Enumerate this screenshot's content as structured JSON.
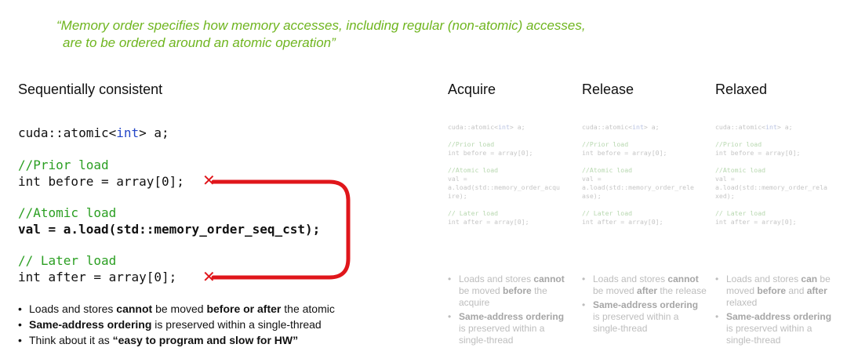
{
  "quote": {
    "line1": "“Memory order specifies how memory accesses, including regular (non-atomic) accesses,",
    "line2": "are to be ordered around an atomic operation”"
  },
  "seq": {
    "title": "Sequentially consistent",
    "code": {
      "decl_pre": "cuda::atomic<",
      "decl_type": "int",
      "decl_post": "> a;",
      "c_prior": "//Prior load",
      "l_prior": "int before = array[0];",
      "c_atomic": "//Atomic load",
      "l_atomic": "val = a.load(std::memory_order_seq_cst);",
      "c_later": "// Later load",
      "l_later": "int after = array[0];"
    },
    "marks": {
      "top": "✕",
      "bottom": "✕"
    },
    "bullets": {
      "b1_pre": "Loads and stores ",
      "b1_bold1": "cannot",
      "b1_mid": " be moved ",
      "b1_bold2": "before or after",
      "b1_post": " the atomic",
      "b2_bold": "Same-address ordering",
      "b2_post": " is preserved within a single-thread",
      "b3_pre": "Think about it as ",
      "b3_bold": "“easy to program and slow for HW”"
    }
  },
  "columns": [
    {
      "title": "Acquire",
      "decl_pre": "cuda::atomic<",
      "decl_type": "int",
      "decl_post": "> a;",
      "c_prior": "//Prior load",
      "l_prior": "int before = array[0];",
      "c_atomic": "//Atomic load",
      "l_atomic1": "val =",
      "l_atomic2": "a.load(std::memory_order_acqu",
      "l_atomic3": "ire);",
      "c_later": "// Later load",
      "l_later": "int after = array[0];",
      "b1_pre": "Loads and stores ",
      "b1_bold": "cannot",
      "b1_mid": " be moved ",
      "b1_bold2": "before",
      "b1_post": " the acquire",
      "b2_bold": "Same-address ordering",
      "b2_post": " is preserved within a single-thread"
    },
    {
      "title": "Release",
      "decl_pre": "cuda::atomic<",
      "decl_type": "int",
      "decl_post": "> a;",
      "c_prior": "//Prior load",
      "l_prior": "int before = array[0];",
      "c_atomic": "//Atomic load",
      "l_atomic1": "val =",
      "l_atomic2": "a.load(std::memory_order_rele",
      "l_atomic3": "ase);",
      "c_later": "// Later load",
      "l_later": "int after = array[0];",
      "b1_pre": "Loads and stores ",
      "b1_bold": "cannot",
      "b1_mid": " be moved ",
      "b1_bold2": "after",
      "b1_post": " the release",
      "b2_bold": "Same-address ordering",
      "b2_post": " is preserved within a single-thread"
    },
    {
      "title": "Relaxed",
      "decl_pre": "cuda::atomic<",
      "decl_type": "int",
      "decl_post": "> a;",
      "c_prior": "//Prior load",
      "l_prior": "int before = array[0];",
      "c_atomic": "//Atomic load",
      "l_atomic1": "val =",
      "l_atomic2": "a.load(std::memory_order_rela",
      "l_atomic3": "xed);",
      "c_later": "// Later load",
      "l_later": "int after = array[0];",
      "b1_pre": "Loads and stores ",
      "b1_bold": "can",
      "b1_mid": " be moved ",
      "b1_bold2": "before",
      "b1_mid2": " and ",
      "b1_bold3": "after",
      "b1_post": " relaxed",
      "b2_bold": "Same-address ordering",
      "b2_post": " is preserved within a single-thread"
    }
  ],
  "colors": {
    "accent_green": "#6fb51f",
    "code_green": "#2b9f22",
    "keyword_blue": "#2446c7",
    "arrow_red": "#e0161b"
  }
}
